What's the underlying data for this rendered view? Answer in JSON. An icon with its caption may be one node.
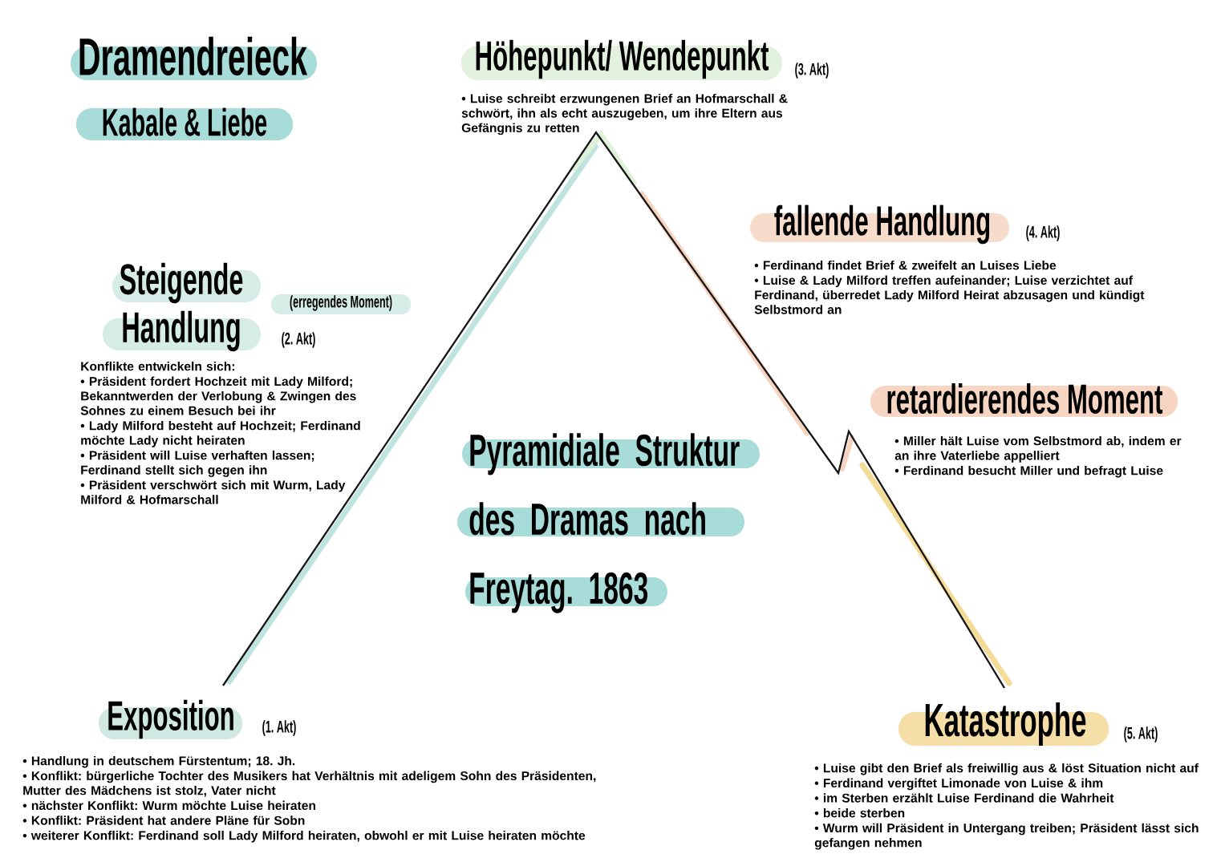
{
  "diagram": {
    "title": "Dramendreieck",
    "nodes": [
      {
        "text": [
          "Höhepunkt/ Wendepunkt"
        ],
        "beside": [
          "(3. Akt)",
          "• Luise schreibt erzwungenen Brief an Hofmarschall & schwört, ihn als echt auszugeben, um ihre Eltern aus Gefängnis zu retten"
        ]
      },
      {
        "text": [
          "fallende Handlung"
        ],
        "beside": [
          "(4. Akt)",
          "• Ferdinand findet Brief & zweifelt an Luises Liebe",
          "• Luise & Lady Milford treffen aufeinander; Luise verzichtet auf Ferdinand, überredet Lady Milford Heirat abzusagen und kündigt Selbstmord an"
        ]
      },
      {
        "text": [
          "Steigende Handlung"
        ],
        "beside": [
          "(erregendes Moment)",
          "(2. Akt)",
          "Konflikte entwickeln sich:",
          "• Präsident fordert Hochzeit mit Lady Milford; Bekanntwerden der Verlobung & Zwingen des Sohnes zu einem Besuch bei ihr",
          "• Lady Milford besteht auf Hochzeit; Ferdinand möchte Lady nicht heiraten",
          "• Präsident will Luise verhaften lassen; Ferdinand stellt sich gegen ihn",
          "• Präsident verschwört sich mit Wurm, Lady Milford & Hofmarschall"
        ]
      },
      {
        "text": [
          "retardierendes Moment"
        ],
        "beside": [
          "• Miller hält Luise vom Selbstmord ab, indem er an ihre Vaterliebe appelliert",
          "• Ferdinand besucht Miller und befragt Luise"
        ]
      },
      {
        "text": [
          "Exposition"
        ],
        "beside": [
          "(1. Akt)",
          "• Handlung in deutschem Fürstentum; 18. Jh.",
          "• Konflikt: bürgerliche Tochter des Musikers hat Verhältnis mit adeligem Sohn des Präsidenten, Mutter des Mädchens ist stolz, Vater nicht",
          "• nächster Konflikt: Wurm möchte Luise heiraten",
          "• Konflikt: Präsident hat andere Pläne für Sobn",
          "• weiterer Konflikt: Ferdinand soll Lady Milford heiraten, obwohl er mit Luise heiraten möchte"
        ]
      },
      {
        "text": [
          "Katastrophe"
        ],
        "beside": [
          "(5. Akt)",
          "• Luise gibt den Brief als freiwillig aus & löst Situation nicht auf",
          "• Ferdinand vergiftet Limonade von Luise & ihm",
          "• im Sterben erzählt Luise Ferdinand die Wahrheit",
          "• beide sterben",
          "• Wurm will Präsident in Untergang treiben; Präsident lässt sich gefangen nehmen"
        ]
      }
    ],
    "labels": [
      "Kabale & Liebe",
      "Pyramidiale Struktur des Dramas nach Freytag. 1863"
    ]
  }
}
